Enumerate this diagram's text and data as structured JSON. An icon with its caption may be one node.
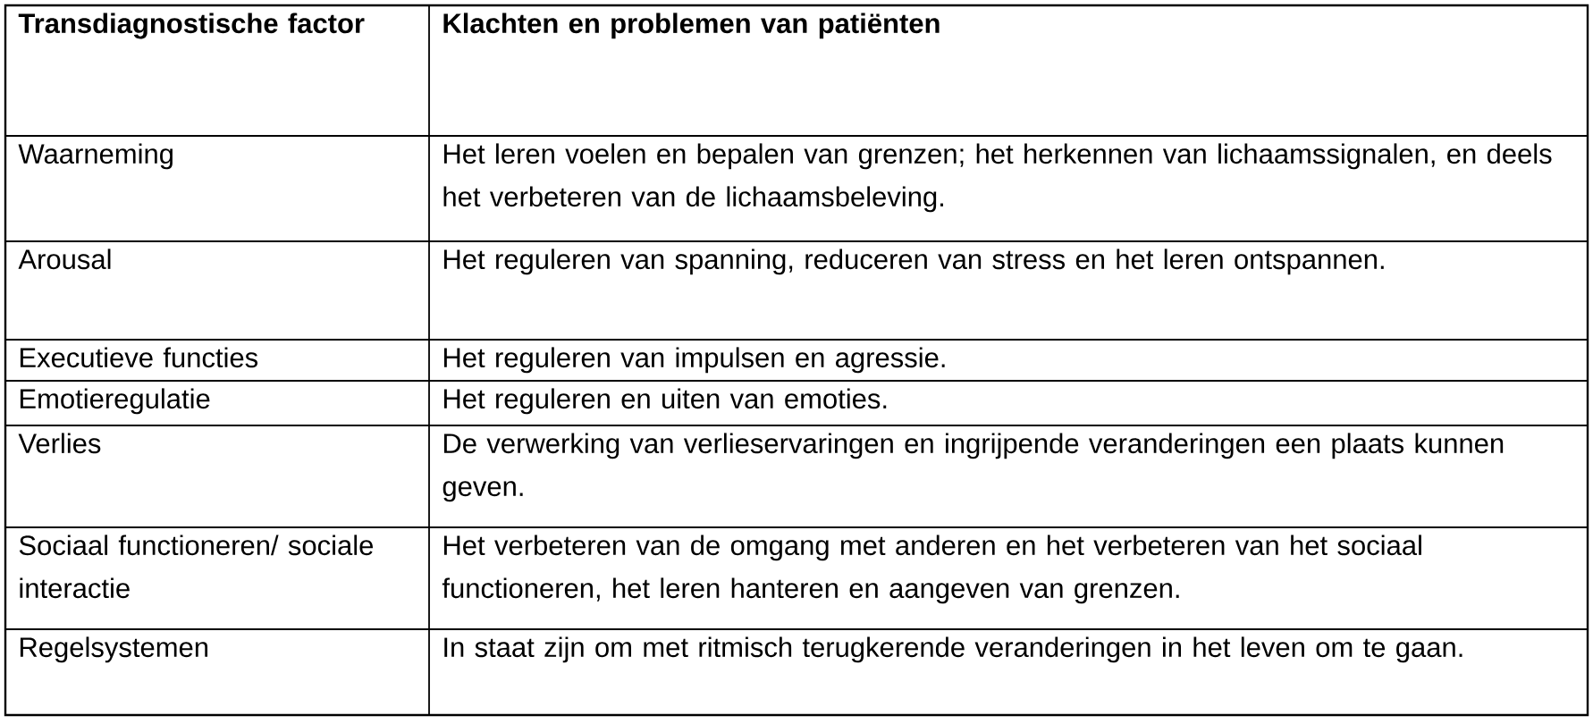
{
  "diagram": {
    "labels": [
      "Transdiagnostische factor",
      "Klachten en problemen van patiënten",
      "Waarneming",
      "Het leren voelen en bepalen van grenzen; het herkennen van lichaamssignalen, en deels het verbeteren van de lichaamsbeleving.",
      "Arousal",
      "Het reguleren van spanning, reduceren van stress en het leren ontspannen.",
      "Executieve functies",
      "Het reguleren van impulsen en agressie.",
      "Emotieregulatie",
      "Het reguleren en uiten van emoties.",
      "Verlies",
      "De verwerking van verlieservaringen en ingrijpende veranderingen een plaats kunnen geven.",
      "Sociaal functioneren/ sociale interactie",
      "Het verbeteren van de omgang met anderen en het verbeteren van het sociaal functioneren, het leren hanteren en aangeven van grenzen.",
      "Regelsystemen",
      "In staat zijn om met ritmisch terugkerende veranderingen in het leven om te gaan."
    ]
  }
}
